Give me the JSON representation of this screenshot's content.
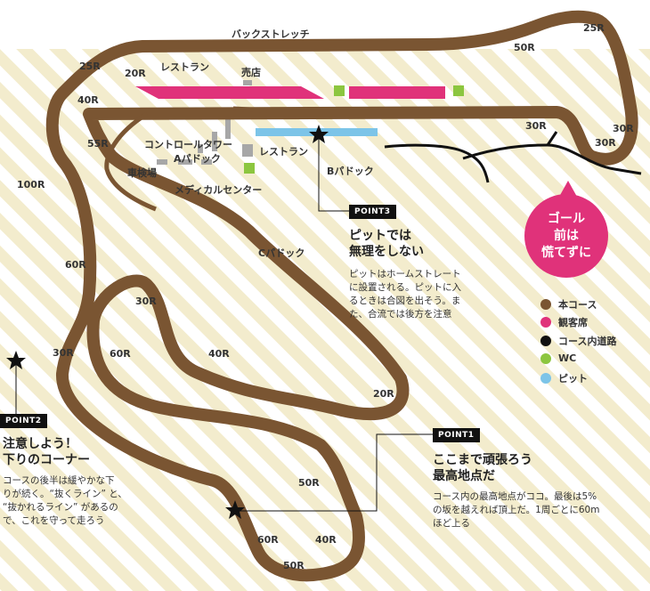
{
  "map": {
    "colors": {
      "course": "#7a5532",
      "stands": "#e0327a",
      "inner_road": "#111111",
      "wc": "#8cc63f",
      "pit": "#7cc4e8",
      "stripe": "#f3eccd",
      "building": "#a7a7a7"
    },
    "places": {
      "back_straight": "バックストレッチ",
      "restaurant_top": "レストラン",
      "shop": "売店",
      "control_tower": "コントロールタワー",
      "a_paddock": "Aパドック",
      "inspection": "車検場",
      "medical": "メディカルセンター",
      "restaurant_pit": "レストラン",
      "b_paddock": "Bパドック",
      "c_paddock": "Cパドック"
    },
    "radii": {
      "r1": "25R",
      "r2": "50R",
      "r3": "25R",
      "r4": "20R",
      "r5": "40R",
      "r6": "55R",
      "r7": "30R",
      "r8": "30R",
      "r9": "100R",
      "r10": "60R",
      "r11": "30R",
      "r12": "30R",
      "r13": "60R",
      "r14": "40R",
      "r15": "20R",
      "r16": "50R",
      "r17": "60R",
      "r18": "40R",
      "r19": "50R"
    },
    "goal": {
      "line1": "ゴール",
      "line2": "前は",
      "line3": "慌てずに"
    },
    "legend": [
      {
        "label": "本コース",
        "color": "#7a5532"
      },
      {
        "label": "観客席",
        "color": "#e0327a"
      },
      {
        "label": "コース内道路",
        "color": "#111111"
      },
      {
        "label": "WC",
        "color": "#8cc63f"
      },
      {
        "label": "ピット",
        "color": "#7cc4e8"
      }
    ],
    "points": {
      "p3": {
        "tag": "POINT3",
        "title1": "ピットでは",
        "title2": "無理をしない",
        "desc1": "ピットはホームストレート",
        "desc2": "に設置される。ピットに入",
        "desc3": "るときは合図を出そう。ま",
        "desc4": "た、合流では後方を注意"
      },
      "p2": {
        "tag": "POINT2",
        "title1": "注意しよう！",
        "title2": "下りのコーナー",
        "desc1": "コースの後半は緩やかな下",
        "desc2": "りが続く。“抜くライン” と、",
        "desc3": "“抜かれるライン” があるの",
        "desc4": "で、これを守って走ろう"
      },
      "p1": {
        "tag": "POINT1",
        "title1": "ここまで頑張ろう",
        "title2": "最高地点だ",
        "desc1": "コース内の最高地点がココ。最後は5%",
        "desc2": "の坂を越えれば頂上だ。1周ごとに60m",
        "desc3": "ほど上る"
      }
    }
  }
}
